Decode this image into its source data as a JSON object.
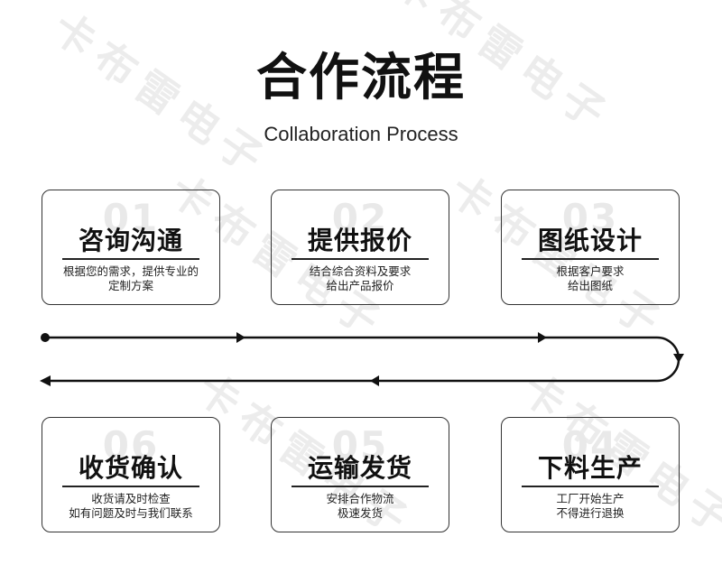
{
  "title": "合作流程",
  "subtitle": "Collaboration Process",
  "watermark": "卡布雷电子",
  "steps_top": [
    {
      "num": "01",
      "title": "咨询沟通",
      "desc1": "根据您的需求，提供专业的",
      "desc2": "定制方案"
    },
    {
      "num": "02",
      "title": "提供报价",
      "desc1": "结合综合资料及要求",
      "desc2": "给出产品报价"
    },
    {
      "num": "03",
      "title": "图纸设计",
      "desc1": "根据客户要求",
      "desc2": "给出图纸"
    }
  ],
  "steps_bottom": [
    {
      "num": "06",
      "title": "收货确认",
      "desc1": "收货请及时检查",
      "desc2": "如有问题及时与我们联系"
    },
    {
      "num": "05",
      "title": "运输发货",
      "desc1": "安排合作物流",
      "desc2": "极速发货"
    },
    {
      "num": "04",
      "title": "下料生产",
      "desc1": "工厂开始生产",
      "desc2": "不得进行退换"
    }
  ]
}
